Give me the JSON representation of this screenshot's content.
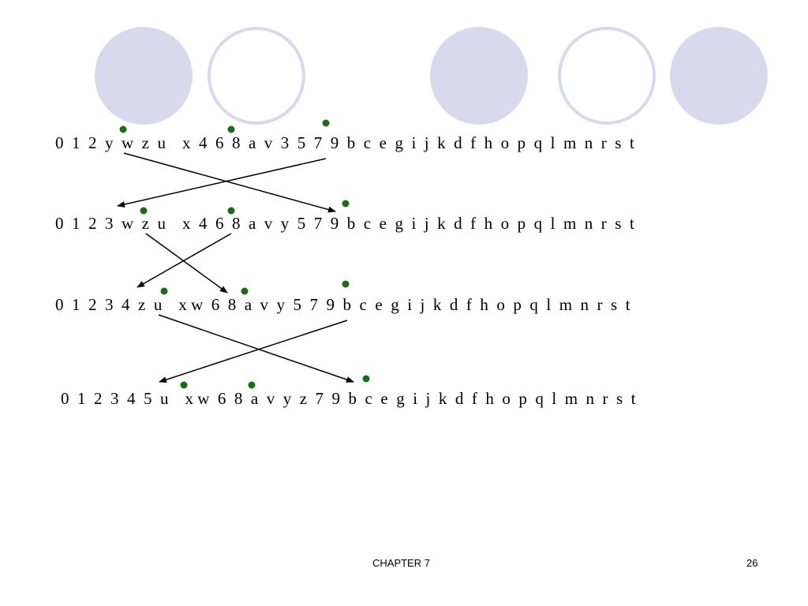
{
  "slide": {
    "sequences": [
      "0  1  2  y  w  z  u    x  4  6  8  a  v  3  5  7  9  b  c  e  g  i  j  k  d  f  h  o  p  q  l  m  n  r  s  t",
      "0  1  2  3  w  z  u    x  4  6  8  a  v  y  5  7  9  b  c  e  g  i  j  k  d  f  h  o  p  q  l  m  n  r  s  t",
      "0  1  2  3  4  z  u    x w  6  8  a  v  y  5  7  9  b  c  e  g  i  j  k  d  f  h  o  p  q  l  m  n  r  s  t",
      "0  1  2  3  4  5  u    x w  6  8  a  v  y  z  7  9  b  c  e  g  i  j  k  d  f  h  o  p  q  l  m  n  r  s  t"
    ],
    "footer": {
      "chapter": "CHAPTER 7",
      "page": "26"
    }
  },
  "colors": {
    "circle": "#d9d9ee",
    "dot": "#1a6b1a",
    "arrow": "#000000"
  }
}
